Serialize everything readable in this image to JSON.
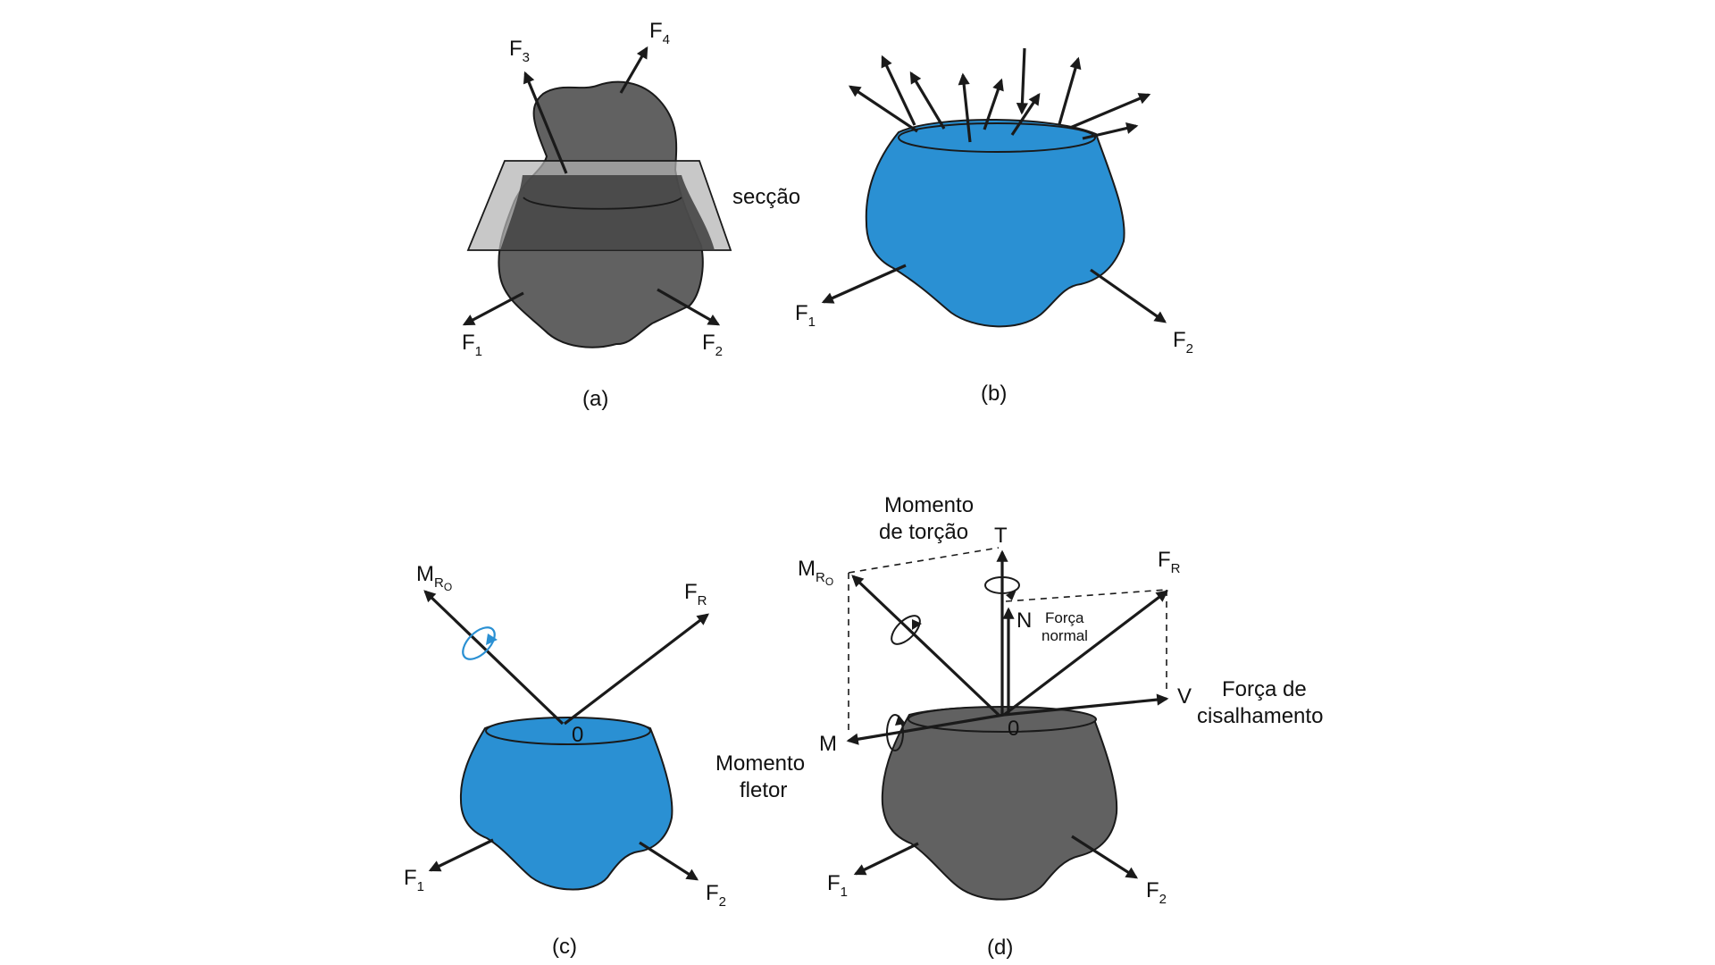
{
  "colors": {
    "solid_grey": "#616161",
    "solid_blue": "#2a90d3",
    "section_plane": "#a9a9a9",
    "arrow": "#1a1a1a"
  },
  "panel_a": {
    "caption": "(a)",
    "section_label": "secção",
    "forces": [
      {
        "letter": "F",
        "sub": "1"
      },
      {
        "letter": "F",
        "sub": "2"
      },
      {
        "letter": "F",
        "sub": "3"
      },
      {
        "letter": "F",
        "sub": "4"
      }
    ]
  },
  "panel_b": {
    "caption": "(b)",
    "forces": [
      {
        "letter": "F",
        "sub": "1"
      },
      {
        "letter": "F",
        "sub": "2"
      }
    ]
  },
  "panel_c": {
    "caption": "(c)",
    "origin": "0",
    "moment": {
      "letter": "M",
      "sub": "R",
      "subsub": "O"
    },
    "resultant": {
      "letter": "F",
      "sub": "R"
    },
    "forces": [
      {
        "letter": "F",
        "sub": "1"
      },
      {
        "letter": "F",
        "sub": "2"
      }
    ]
  },
  "panel_d": {
    "caption": "(d)",
    "origin": "0",
    "moment": {
      "letter": "M",
      "sub": "R",
      "subsub": "O"
    },
    "resultant": {
      "letter": "F",
      "sub": "R"
    },
    "torsion_symbol": "T",
    "torsion_label_line1": "Momento",
    "torsion_label_line2": "de torção",
    "normal_symbol": "N",
    "normal_label_line1": "Força",
    "normal_label_line2": "normal",
    "shear_symbol": "V",
    "shear_label_line1": "Força de",
    "shear_label_line2": "cisalhamento",
    "bending_symbol": "M",
    "bending_label_line1": "Momento",
    "bending_label_line2": "fletor",
    "forces": [
      {
        "letter": "F",
        "sub": "1"
      },
      {
        "letter": "F",
        "sub": "2"
      }
    ]
  }
}
